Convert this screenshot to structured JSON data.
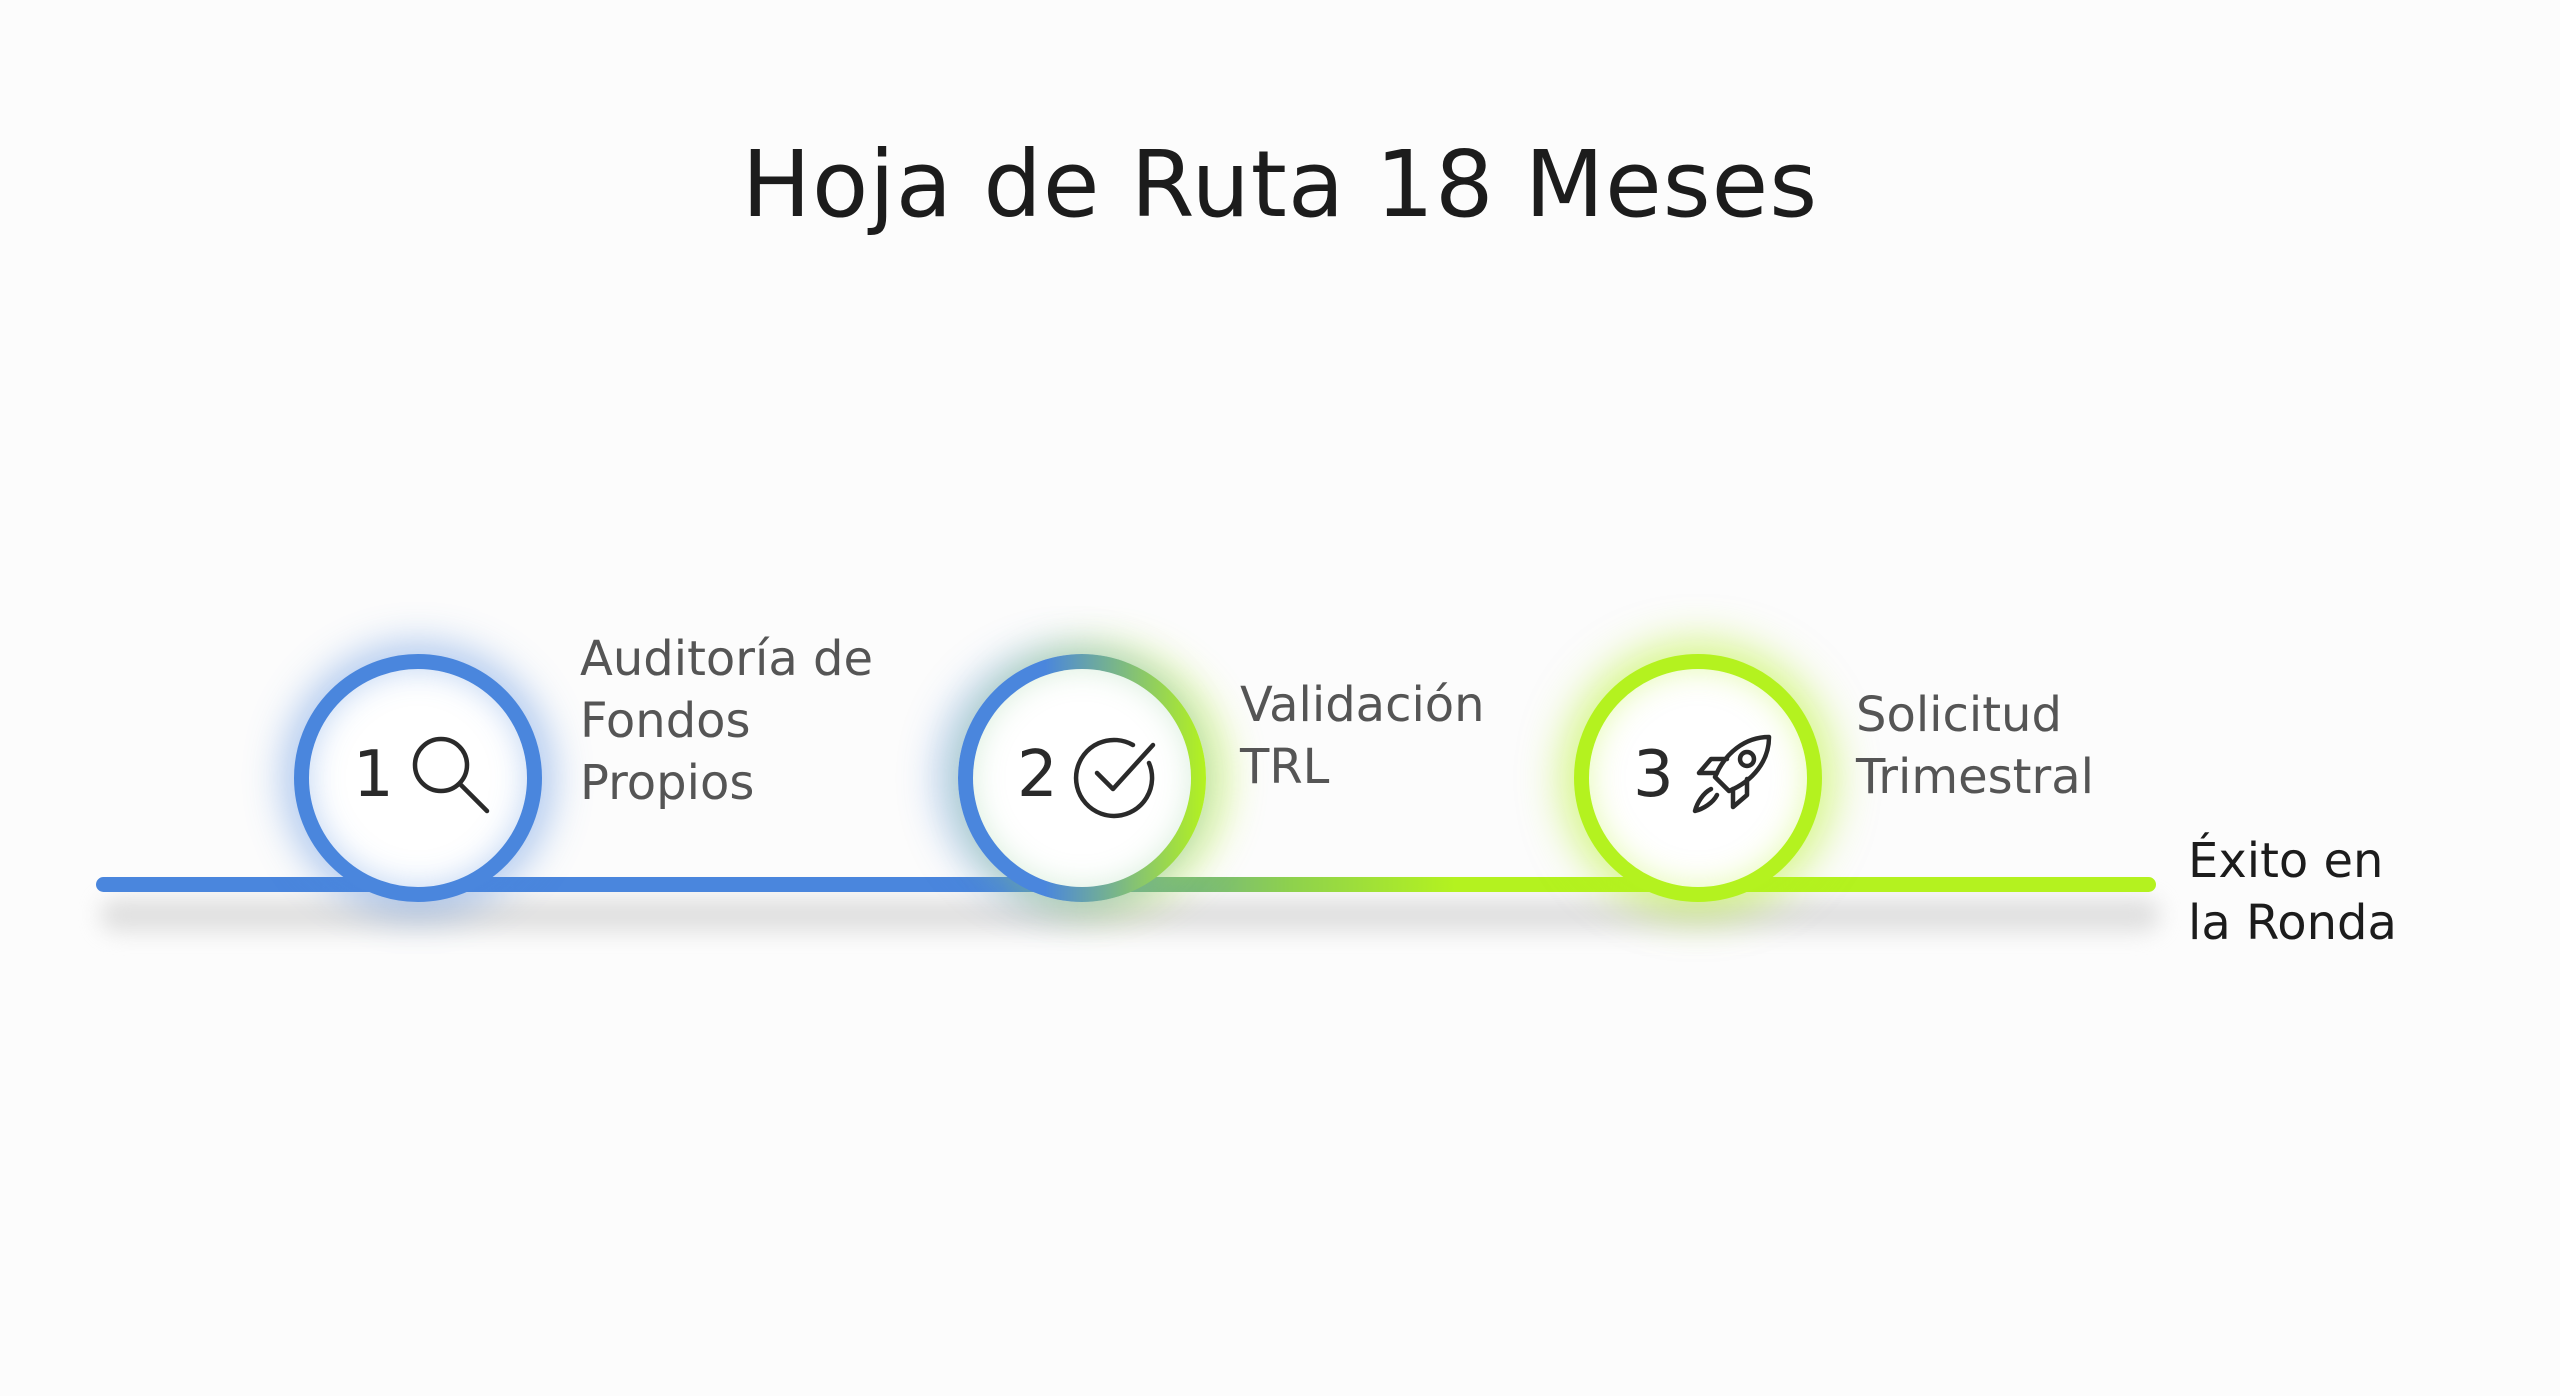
{
  "title": "Hoja de Ruta 18 Meses",
  "colors": {
    "phase_blue": "#4a86dd",
    "phase_green": "#b4f21f"
  },
  "milestones": [
    {
      "number": "1",
      "icon": "search-icon",
      "label_lines": [
        "Auditoría de",
        "Fondos",
        "Propios"
      ]
    },
    {
      "number": "2",
      "icon": "check-circle-icon",
      "label_lines": [
        "Validación",
        "TRL"
      ]
    },
    {
      "number": "3",
      "icon": "rocket-icon",
      "label_lines": [
        "Solicitud",
        "Trimestral"
      ]
    }
  ],
  "goal": {
    "label_lines": [
      "Éxito en",
      "la Ronda"
    ]
  }
}
